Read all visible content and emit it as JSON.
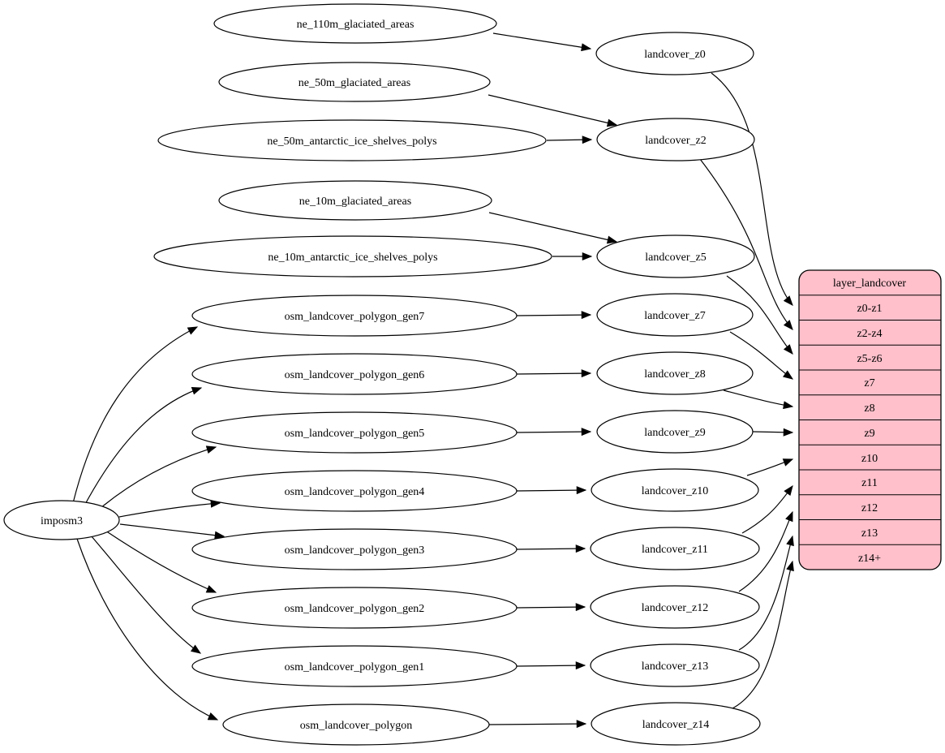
{
  "colors": {
    "table_fill": "#ffc0cb",
    "node_fill": "#ffffff",
    "stroke": "#000000",
    "background": "#ffffff"
  },
  "nodes": {
    "imposm3": "imposm3",
    "ne_110m_glaciated_areas": "ne_110m_glaciated_areas",
    "ne_50m_glaciated_areas": "ne_50m_glaciated_areas",
    "ne_50m_antarctic_ice_shelves_polys": "ne_50m_antarctic_ice_shelves_polys",
    "ne_10m_glaciated_areas": "ne_10m_glaciated_areas",
    "ne_10m_antarctic_ice_shelves_polys": "ne_10m_antarctic_ice_shelves_polys",
    "osm_landcover_polygon_gen7": "osm_landcover_polygon_gen7",
    "osm_landcover_polygon_gen6": "osm_landcover_polygon_gen6",
    "osm_landcover_polygon_gen5": "osm_landcover_polygon_gen5",
    "osm_landcover_polygon_gen4": "osm_landcover_polygon_gen4",
    "osm_landcover_polygon_gen3": "osm_landcover_polygon_gen3",
    "osm_landcover_polygon_gen2": "osm_landcover_polygon_gen2",
    "osm_landcover_polygon_gen1": "osm_landcover_polygon_gen1",
    "osm_landcover_polygon": "osm_landcover_polygon",
    "landcover_z0": "landcover_z0",
    "landcover_z2": "landcover_z2",
    "landcover_z5": "landcover_z5",
    "landcover_z7": "landcover_z7",
    "landcover_z8": "landcover_z8",
    "landcover_z9": "landcover_z9",
    "landcover_z10": "landcover_z10",
    "landcover_z11": "landcover_z11",
    "landcover_z12": "landcover_z12",
    "landcover_z13": "landcover_z13",
    "landcover_z14": "landcover_z14"
  },
  "table": {
    "title": "layer_landcover",
    "rows": [
      "z0-z1",
      "z2-z4",
      "z5-z6",
      "z7",
      "z8",
      "z9",
      "z10",
      "z11",
      "z12",
      "z13",
      "z14+"
    ]
  },
  "edges": [
    {
      "from": "ne_110m_glaciated_areas",
      "to": "landcover_z0"
    },
    {
      "from": "ne_50m_glaciated_areas",
      "to": "landcover_z2"
    },
    {
      "from": "ne_50m_antarctic_ice_shelves_polys",
      "to": "landcover_z2"
    },
    {
      "from": "ne_10m_glaciated_areas",
      "to": "landcover_z5"
    },
    {
      "from": "ne_10m_antarctic_ice_shelves_polys",
      "to": "landcover_z5"
    },
    {
      "from": "imposm3",
      "to": "osm_landcover_polygon_gen7"
    },
    {
      "from": "imposm3",
      "to": "osm_landcover_polygon_gen6"
    },
    {
      "from": "imposm3",
      "to": "osm_landcover_polygon_gen5"
    },
    {
      "from": "imposm3",
      "to": "osm_landcover_polygon_gen4"
    },
    {
      "from": "imposm3",
      "to": "osm_landcover_polygon_gen3"
    },
    {
      "from": "imposm3",
      "to": "osm_landcover_polygon_gen2"
    },
    {
      "from": "imposm3",
      "to": "osm_landcover_polygon_gen1"
    },
    {
      "from": "imposm3",
      "to": "osm_landcover_polygon"
    },
    {
      "from": "osm_landcover_polygon_gen7",
      "to": "landcover_z7"
    },
    {
      "from": "osm_landcover_polygon_gen6",
      "to": "landcover_z8"
    },
    {
      "from": "osm_landcover_polygon_gen5",
      "to": "landcover_z9"
    },
    {
      "from": "osm_landcover_polygon_gen4",
      "to": "landcover_z10"
    },
    {
      "from": "osm_landcover_polygon_gen3",
      "to": "landcover_z11"
    },
    {
      "from": "osm_landcover_polygon_gen2",
      "to": "landcover_z12"
    },
    {
      "from": "osm_landcover_polygon_gen1",
      "to": "landcover_z13"
    },
    {
      "from": "osm_landcover_polygon",
      "to": "landcover_z14"
    },
    {
      "from": "landcover_z0",
      "to": "layer_landcover.z0-z1"
    },
    {
      "from": "landcover_z2",
      "to": "layer_landcover.z2-z4"
    },
    {
      "from": "landcover_z5",
      "to": "layer_landcover.z5-z6"
    },
    {
      "from": "landcover_z7",
      "to": "layer_landcover.z7"
    },
    {
      "from": "landcover_z8",
      "to": "layer_landcover.z8"
    },
    {
      "from": "landcover_z9",
      "to": "layer_landcover.z9"
    },
    {
      "from": "landcover_z10",
      "to": "layer_landcover.z10"
    },
    {
      "from": "landcover_z11",
      "to": "layer_landcover.z11"
    },
    {
      "from": "landcover_z12",
      "to": "layer_landcover.z12"
    },
    {
      "from": "landcover_z13",
      "to": "layer_landcover.z13"
    },
    {
      "from": "landcover_z14",
      "to": "layer_landcover.z14+"
    }
  ]
}
